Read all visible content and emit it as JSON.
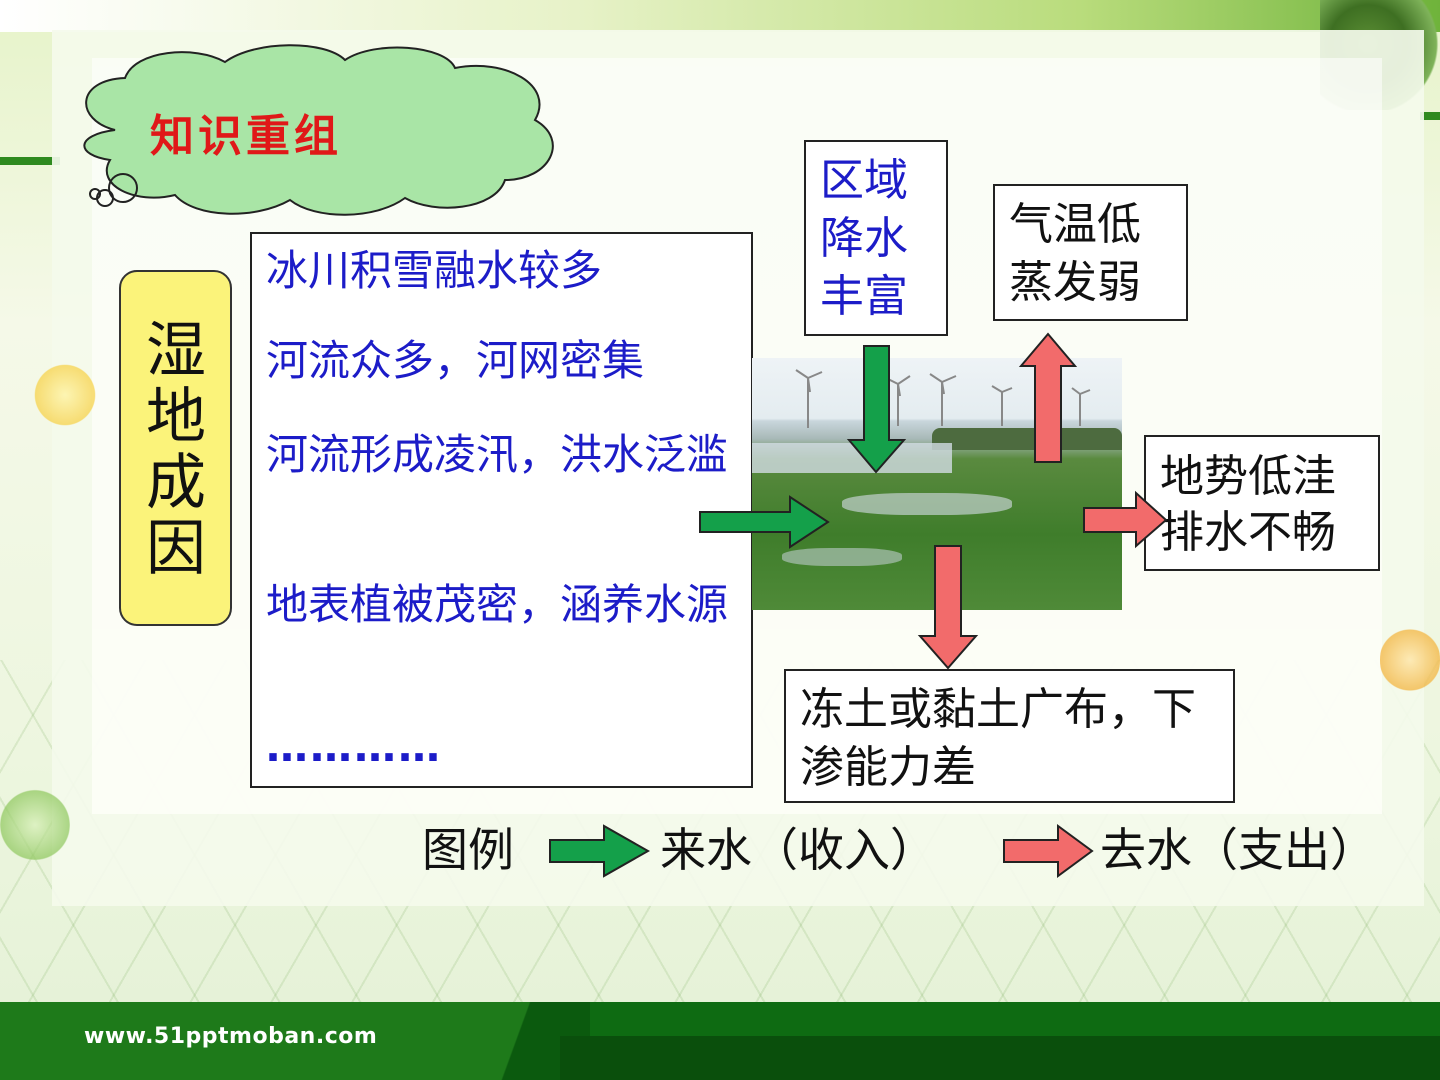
{
  "website": "www.51pptmoban.com",
  "title": "知识重组",
  "wetland_label": "湿地成因",
  "factors": [
    "冰川积雪融水较多",
    "河流众多，河网密集",
    "河流形成凌汛，洪水泛滥",
    "地表植被茂密，涵养水源",
    "…………"
  ],
  "precipitation": "区域降水丰富",
  "temperature": "气温低蒸发弱",
  "terrain": "地势低洼排水不畅",
  "soil": "冻土或黏土广布，下渗能力差",
  "legend": {
    "title": "图例",
    "income": "来水（收入）",
    "outflow": "去水（支出）"
  },
  "colors": {
    "income_arrow": "#14a04a",
    "outflow_arrow": "#f26b6b",
    "title_red": "#e01818",
    "list_blue": "#1c1cc8",
    "label_yellow": "#fbf37a"
  }
}
